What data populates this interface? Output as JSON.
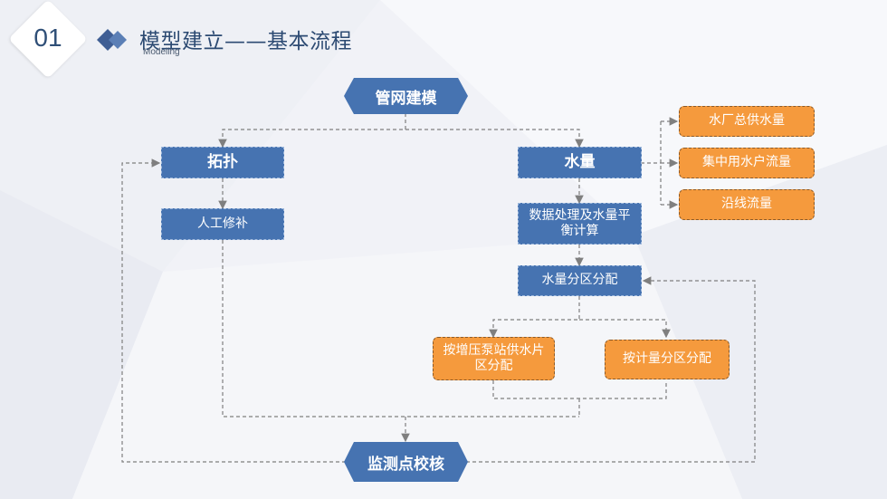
{
  "header": {
    "number": "01",
    "title": "模型建立——基本流程",
    "subtitle": "Modeling"
  },
  "nodes": {
    "pipe_network": "管网建模",
    "topology": "拓扑",
    "manual_fix": "人工修补",
    "water_volume": "水量",
    "data_processing": "数据处理及水量平衡计算",
    "zone_allocation": "水量分区分配",
    "by_pump_station": "按增压泵站供水片区分配",
    "by_meter_zone": "按计量分区分配",
    "plant_supply": "水厂总供水量",
    "concentrated_flow": "集中用水户流量",
    "along_line_flow": "沿线流量",
    "calibration": "监测点校核"
  },
  "colors": {
    "blue": "#4673b1",
    "orange": "#f59a3d",
    "connector": "#7f7f7f"
  }
}
